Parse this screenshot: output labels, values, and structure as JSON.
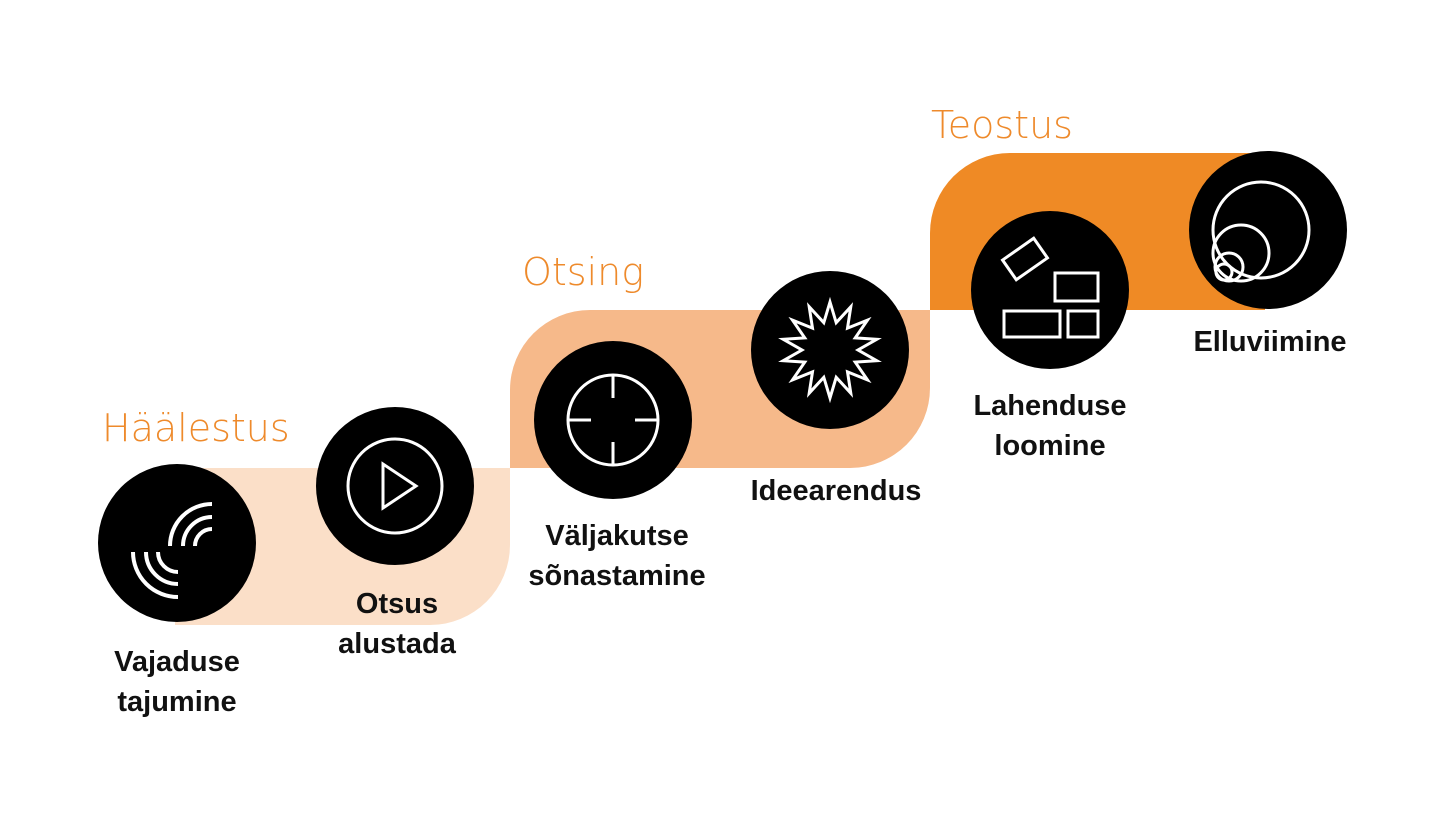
{
  "colors": {
    "background": "#ffffff",
    "phase_title": "#ee8a2b",
    "band_haalestus": "#fbdfc8",
    "band_otsing": "#f6b98a",
    "band_teostus": "#ef8a25",
    "icon_circle": "#000000",
    "icon_stroke": "#ffffff",
    "label_text": "#111111"
  },
  "phases": [
    {
      "id": "haalestus",
      "title": "Häälestus"
    },
    {
      "id": "otsing",
      "title": "Otsing"
    },
    {
      "id": "teostus",
      "title": "Teostus"
    }
  ],
  "steps": [
    {
      "id": "vajaduse-tajumine",
      "icon": "signal-waves-icon",
      "lines": [
        "Vajaduse",
        "tajumine"
      ]
    },
    {
      "id": "otsus-alustada",
      "icon": "play-icon",
      "lines": [
        "Otsus",
        "alustada"
      ]
    },
    {
      "id": "valjakutse-sonastamine",
      "icon": "crosshair-icon",
      "lines": [
        "Väljakutse",
        "sõnastamine"
      ]
    },
    {
      "id": "ideearendus",
      "icon": "starburst-icon",
      "lines": [
        "Ideearendus"
      ]
    },
    {
      "id": "lahenduse-loomine",
      "icon": "building-blocks-icon",
      "lines": [
        "Lahenduse",
        "loomine"
      ]
    },
    {
      "id": "elluviimine",
      "icon": "nested-circles-icon",
      "lines": [
        "Elluviimine"
      ]
    }
  ]
}
